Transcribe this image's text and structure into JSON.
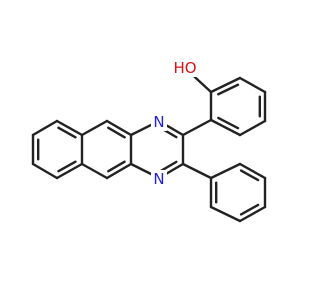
{
  "colors": {
    "bond": "#222222",
    "nitrogen": "#2020dd",
    "oxygen": "#dd1111",
    "background": "#ffffff"
  },
  "atom_labels": {
    "hydroxyl": "HO",
    "nitrogen_top": "N",
    "nitrogen_bottom": "N"
  }
}
